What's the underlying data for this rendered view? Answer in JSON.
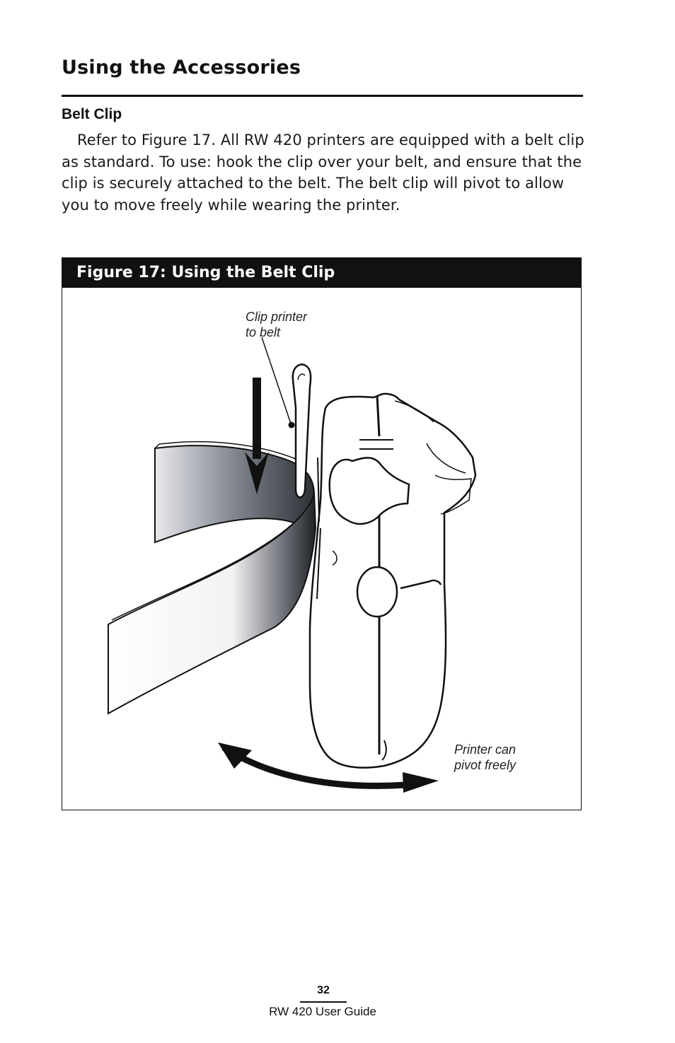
{
  "section": {
    "title": "Using the Accessories"
  },
  "belt_clip": {
    "heading": "Belt Clip",
    "paragraph": "Refer to Figure 17. All RW 420 printers are equipped with a belt clip as standard.  To use: hook the clip over your belt, and ensure that the clip is securely attached to the belt.  The belt clip will pivot to allow you to move freely while wearing the printer."
  },
  "figure": {
    "title": "Figure 17: Using the Belt Clip",
    "callout_clip": "Clip printer\nto belt",
    "callout_pivot": "Printer can\npivot freely"
  },
  "footer": {
    "page_number": "32",
    "guide_title": "RW 420 User Guide"
  }
}
